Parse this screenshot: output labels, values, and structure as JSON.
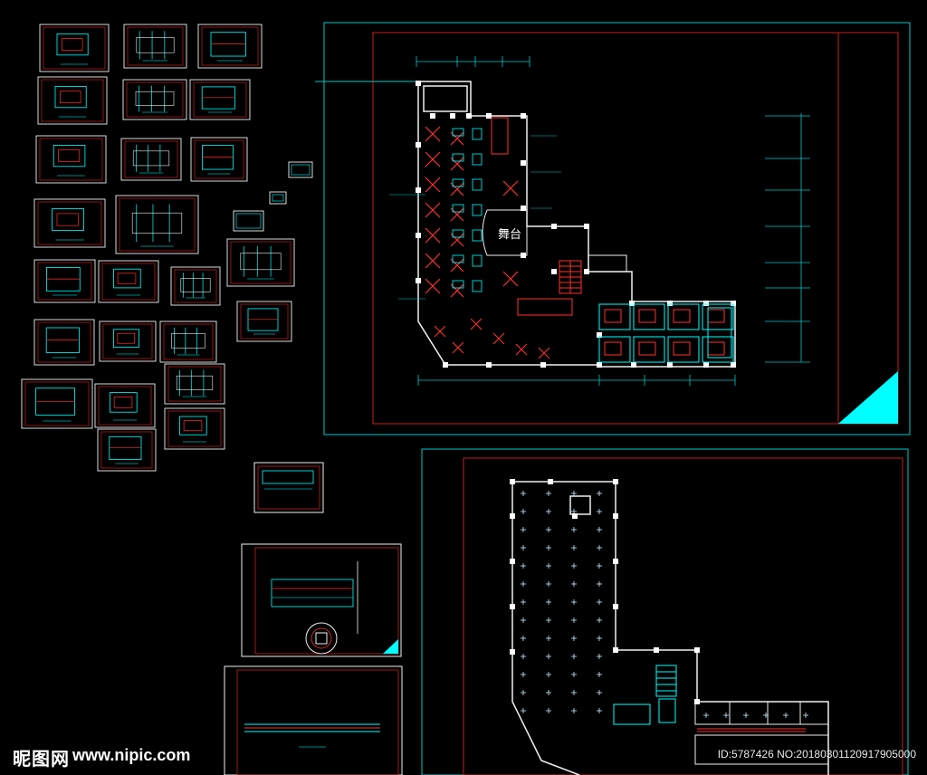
{
  "colors": {
    "background": "#000000",
    "cyan": "#00ffff",
    "red": "#ff2020",
    "white": "#ffffff",
    "grey": "#9a9a9a"
  },
  "floor_plan": {
    "stage_label": "舞台"
  },
  "watermark": {
    "logo": "昵图网",
    "url": "www.nipic.com",
    "id": "ID:5787426 NO:20180301120917905000"
  }
}
